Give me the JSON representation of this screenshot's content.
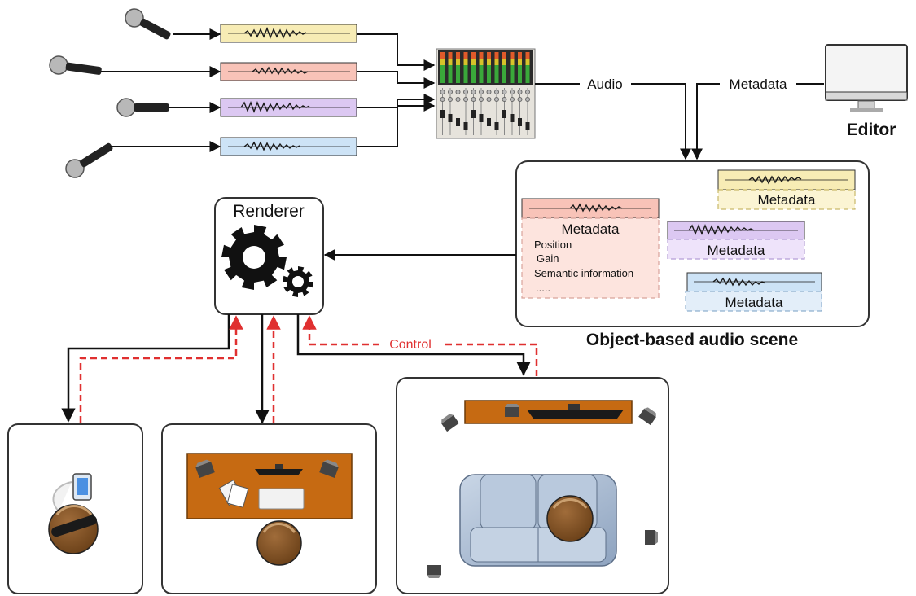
{
  "labels": {
    "audio": "Audio",
    "metadata": "Metadata",
    "editor": "Editor",
    "renderer": "Renderer",
    "control": "Control",
    "scene_title": "Object-based audio scene"
  },
  "scene": {
    "red_object": {
      "title": "Metadata",
      "fields": [
        "Position",
        "Gain",
        "Semantic information",
        "....."
      ]
    },
    "yellow_object": {
      "title": "Metadata"
    },
    "purple_object": {
      "title": "Metadata"
    },
    "blue_object": {
      "title": "Metadata"
    }
  },
  "colors": {
    "track_yellow": "#f7ecb5",
    "track_red": "#f8c3b8",
    "track_purple": "#dcc8f2",
    "track_blue": "#cde3f6",
    "control_red": "#e03030",
    "desk_wood": "#c66a12",
    "couch_blue": "#aebfd6",
    "head_skin": "#8a5a2e"
  },
  "icons": [
    "microphone-icon",
    "mixing-console-icon",
    "monitor-icon",
    "gears-icon",
    "tablet-icon",
    "loudspeaker-icon",
    "soundbar-icon",
    "keyboard-icon",
    "headphones-icon"
  ]
}
